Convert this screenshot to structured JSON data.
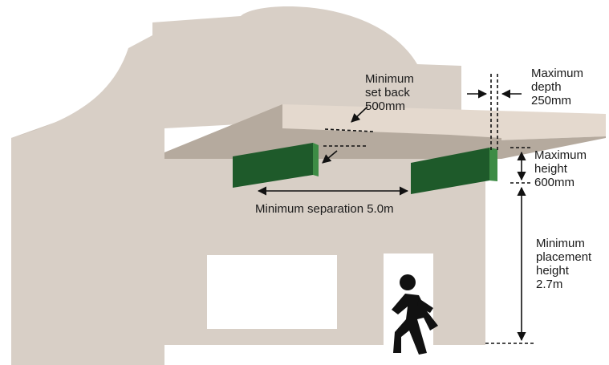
{
  "labels": {
    "setback": [
      "Minimum",
      "set back",
      "500mm"
    ],
    "depth": [
      "Maximum",
      "depth",
      "250mm"
    ],
    "height": [
      "Maximum",
      "height",
      "600mm"
    ],
    "separation": "Minimum separation 5.0m",
    "placement": [
      "Minimum",
      "placement",
      "height",
      "2.7m"
    ]
  },
  "colors": {
    "wall": "#d8cfc6",
    "awning": "#e4d9ce",
    "awning_underside": "#b5aa9e",
    "sign": "#1e5a2a",
    "sign_edge": "#3d8c45"
  }
}
